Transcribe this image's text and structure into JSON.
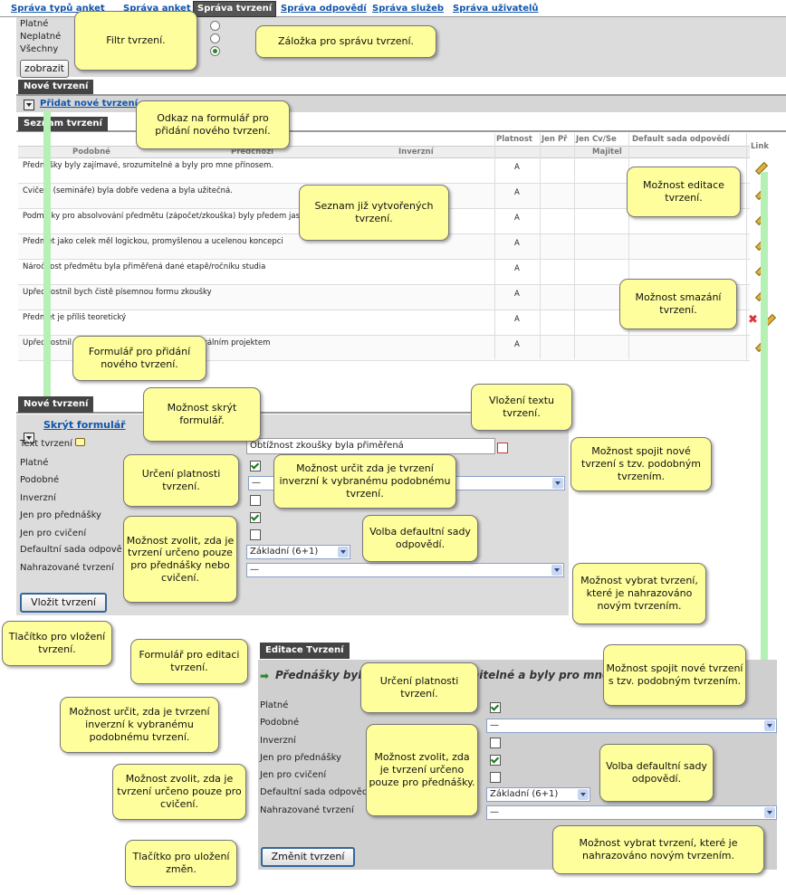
{
  "tabs": [
    "Správa typů anket",
    "Správa anket",
    "Správa tvrzení",
    "Správa odpovědí",
    "Správa služeb",
    "Správa uživatelů"
  ],
  "filter": {
    "options": [
      "Platné",
      "Neplatné",
      "Všechny"
    ],
    "selected": "Všechny",
    "button": "zobrazit"
  },
  "new_section": {
    "header": "Nové tvrzení",
    "add_link": "Přidat nové tvrzení"
  },
  "list": {
    "header": "Seznam tvrzení",
    "columns": {
      "podobne": "Podobné",
      "predchozi": "Předchozí",
      "inverzni": "Inverzní",
      "platnost": "Platnost",
      "jen_pr": "Jen Př",
      "jen_cv": "Jen Cv/Se",
      "default": "Default sada odpovědí",
      "majitel": "Majitel",
      "link": "Link"
    },
    "rows": [
      {
        "text": "Přednášky byly zajímavé, srozumitelné a byly pro mne přínosem.",
        "platnost": "A"
      },
      {
        "text": "Cvičení (semináře) byla dobře vedena a byla užitečná.",
        "platnost": "A"
      },
      {
        "text": "Podmínky pro absolvování předmětu (zápočet/zkouška) byly předem jasně stanoveny a hodnoceny objektivní.",
        "platnost": "A"
      },
      {
        "text": "Předmět jako celek měl logickou, promyšlenou a ucelenou koncepci",
        "platnost": "A"
      },
      {
        "text": "Náročnost předmětu byla přiměřená dané etapě/ročníku studia",
        "platnost": "A"
      },
      {
        "text": "Upřednostnil bych čistě písemnou formu zkoušky",
        "platnost": "A"
      },
      {
        "text": "Předmět je příliš teoretický",
        "platnost": "A"
      },
      {
        "text": "Upřednostnil bych zakončení předmětu semestrálním projektem",
        "platnost": "A"
      }
    ]
  },
  "new_form": {
    "header": "Nové tvrzení",
    "hide_link": "Skrýt formulář",
    "labels": {
      "text": "Text tvrzení",
      "platne": "Platné",
      "podobne": "Podobné",
      "inverzni": "Inverzní",
      "jen_pr": "Jen pro přednášky",
      "jen_cv": "Jen pro cvičení",
      "default": "Defaultní sada odpovědí",
      "nahrazovane": "Nahrazované tvrzení"
    },
    "text_value": "Obtížnost zkoušky byla přiměřená",
    "podobne_value": "—",
    "default_value": "Základní (6+1)",
    "nahrazovane_value": "—",
    "submit": "Vložit tvrzení"
  },
  "edit_form": {
    "header": "Editace Tvrzení",
    "title": "Přednášky byly zajímavé, srozumitelné a byly pro mne přínosem.",
    "labels": {
      "platne": "Platné",
      "podobne": "Podobné",
      "inverzni": "Inverzní",
      "jen_pr": "Jen pro přednášky",
      "jen_cv": "Jen pro cvičení",
      "default": "Defaultní sada odpovědí",
      "nahrazovane": "Nahrazované tvrzení"
    },
    "podobne_value": "—",
    "default_value": "Základní (6+1)",
    "nahrazovane_value": "—",
    "submit": "Změnit tvrzení"
  },
  "callouts": {
    "filtr": "Filtr tvrzení.",
    "zalozka": "Záložka pro správu tvrzení.",
    "odkaz": "Odkaz na formulář pro přidání nového tvrzení.",
    "seznam": "Seznam již vytvořených tvrzení.",
    "editace": "Možnost editace tvrzení.",
    "smazani": "Možnost smazání tvrzení.",
    "formular_pridani": "Formulář pro přidání nového tvrzení.",
    "skryt": "Možnost skrýt formulář.",
    "vlozeni_textu": "Vložení textu tvrzení.",
    "spojit1": "Možnost spojit nové tvrzení s tzv. podobným tvrzením.",
    "platnost1": "Určení platnosti tvrzení.",
    "inverzni1": "Možnost určit zda je tvrzení inverzní k vybranému podobnému tvrzení.",
    "zvolit1": "Možnost zvolit, zda je tvrzení určeno pouze pro přednášky nebo cvičení.",
    "volba1": "Volba defaultní sady odpovědí.",
    "vybrat1": "Možnost vybrat tvrzení, které je nahrazováno novým tvrzením.",
    "tlacitko_vlozeni": "Tlačítko pro vložení tvrzení.",
    "formular_editace": "Formulář pro editaci tvrzení.",
    "spojit2": "Možnost spojit nové tvrzení s tzv. podobným tvrzením.",
    "platnost2": "Určení platnosti tvrzení.",
    "inverzni2": "Možnost určit, zda je tvrzení inverzní k vybranému podobnému tvrzení.",
    "zvolit_pr": "Možnost zvolit, zda je tvrzení určeno pouze pro přednášky.",
    "zvolit_cv": "Možnost zvolit, zda je tvrzení určeno pouze pro cvičení.",
    "volba2": "Volba defaultní sady odpovědí.",
    "vybrat2": "Možnost vybrat tvrzení, které je nahrazováno novým tvrzením.",
    "tlacitko_ulozeni": "Tlačítko pro uložení změn."
  }
}
